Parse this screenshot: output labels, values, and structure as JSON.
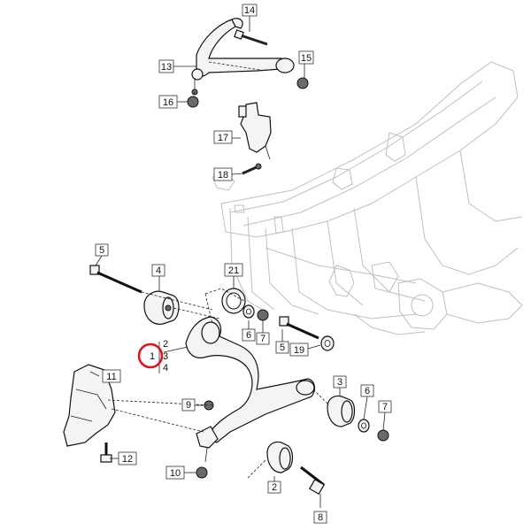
{
  "callouts": [
    {
      "id": "c14",
      "text": "14"
    },
    {
      "id": "c13",
      "text": "13"
    },
    {
      "id": "c15",
      "text": "15"
    },
    {
      "id": "c16",
      "text": "16"
    },
    {
      "id": "c17",
      "text": "17"
    },
    {
      "id": "c18",
      "text": "18"
    },
    {
      "id": "c5a",
      "text": "5"
    },
    {
      "id": "c4a",
      "text": "4"
    },
    {
      "id": "c21",
      "text": "21"
    },
    {
      "id": "c6a",
      "text": "6"
    },
    {
      "id": "c7a",
      "text": "7"
    },
    {
      "id": "c5b",
      "text": "5"
    },
    {
      "id": "c19",
      "text": "19"
    },
    {
      "id": "c1",
      "text": "1"
    },
    {
      "id": "c2a",
      "text": "2"
    },
    {
      "id": "c3a",
      "text": "3"
    },
    {
      "id": "c4b",
      "text": "4"
    },
    {
      "id": "c11",
      "text": "11"
    },
    {
      "id": "c9",
      "text": "9"
    },
    {
      "id": "c3b",
      "text": "3"
    },
    {
      "id": "c6b",
      "text": "6"
    },
    {
      "id": "c7b",
      "text": "7"
    },
    {
      "id": "c12",
      "text": "12"
    },
    {
      "id": "c10",
      "text": "10"
    },
    {
      "id": "c2b",
      "text": "2"
    },
    {
      "id": "c8",
      "text": "8"
    }
  ],
  "highlight": {
    "target": "1",
    "color": "#d8141c"
  }
}
